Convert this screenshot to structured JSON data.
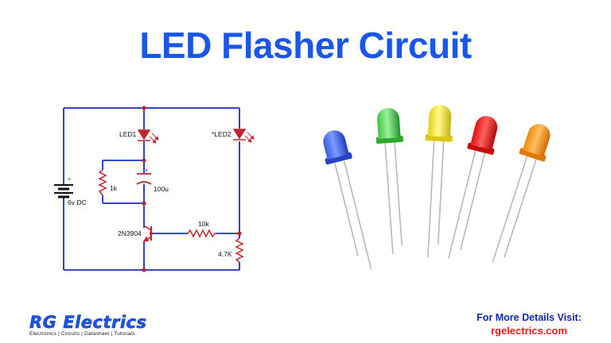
{
  "title": "LED Flasher Circuit",
  "circuit": {
    "led1": "LED1",
    "led2": "*LED2",
    "r1": "1k",
    "cap": "100u",
    "cap_polarity": "+",
    "battery": "6v DC",
    "battery_polarity": "+",
    "transistor": "2N3904",
    "r2": "10k",
    "r3": "4.7K"
  },
  "colors": {
    "title": "#1a56e8",
    "wire": "#1a2fc4",
    "component": "#c0262b",
    "url": "#e61e1e"
  },
  "leds_photo": [
    "blue-led",
    "green-led",
    "yellow-led",
    "red-led",
    "orange-led"
  ],
  "logo": {
    "name": "RG Electrics",
    "tagline": "Electronics | Circuits | Datasheet | Tutorials"
  },
  "footer": {
    "label": "For More Details Visit:",
    "url": "rgelectrics.com"
  }
}
